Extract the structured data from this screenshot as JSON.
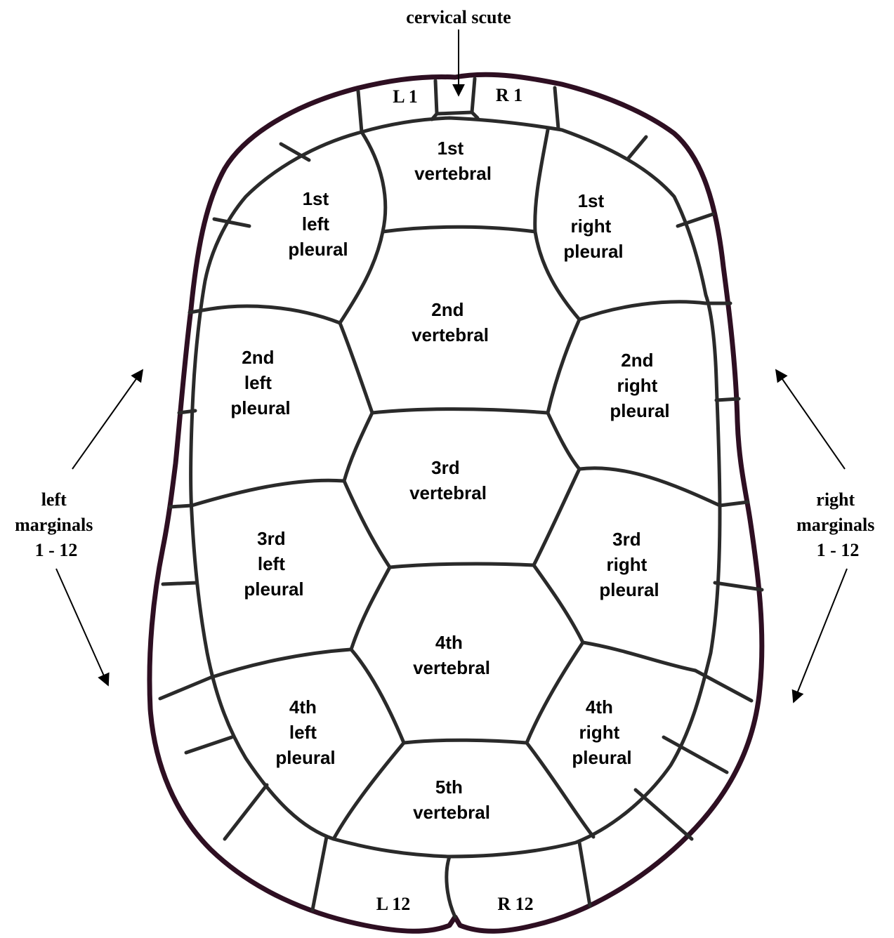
{
  "labels": {
    "cervical_scute": "cervical scute",
    "left_marginals": [
      "left",
      "marginals",
      "1 - 12"
    ],
    "right_marginals": [
      "right",
      "marginals",
      "1 - 12"
    ],
    "L1": "L 1",
    "R1": "R 1",
    "L12": "L 12",
    "R12": "R 12"
  },
  "vertebrals": [
    [
      "1st",
      "vertebral"
    ],
    [
      "2nd",
      "vertebral"
    ],
    [
      "3rd",
      "vertebral"
    ],
    [
      "4th",
      "vertebral"
    ],
    [
      "5th",
      "vertebral"
    ]
  ],
  "left_pleurals": [
    [
      "1st",
      "left",
      "pleural"
    ],
    [
      "2nd",
      "left",
      "pleural"
    ],
    [
      "3rd",
      "left",
      "pleural"
    ],
    [
      "4th",
      "left",
      "pleural"
    ]
  ],
  "right_pleurals": [
    [
      "1st",
      "right",
      "pleural"
    ],
    [
      "2nd",
      "right",
      "pleural"
    ],
    [
      "3rd",
      "right",
      "pleural"
    ],
    [
      "4th",
      "right",
      "pleural"
    ]
  ],
  "colors": {
    "outline": "#2e0f22",
    "seams": "#2a2a2a",
    "text": "#000000",
    "background": "#ffffff"
  }
}
